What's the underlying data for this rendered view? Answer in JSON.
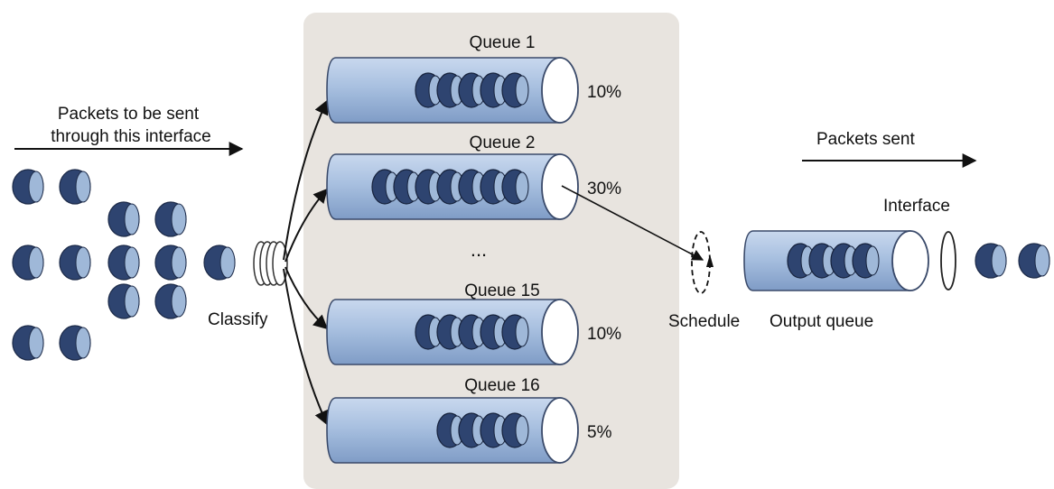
{
  "diagram": {
    "labels": {
      "incoming": [
        "Packets to be sent",
        "through this interface"
      ],
      "classify": "Classify",
      "ellipsis": "...",
      "packets_sent": "Packets sent",
      "interface": "Interface",
      "schedule": "Schedule",
      "output_queue": "Output queue"
    },
    "queues": [
      {
        "name": "Queue 1",
        "share": "10%",
        "packet_count": 5
      },
      {
        "name": "Queue 2",
        "share": "30%",
        "packet_count": 7
      },
      {
        "name": "Queue 15",
        "share": "10%",
        "packet_count": 5
      },
      {
        "name": "Queue 16",
        "share": "5%",
        "packet_count": 4
      }
    ],
    "output_queue_packet_count": 4,
    "colors": {
      "panel": "#e8e4df",
      "queue_fill": "#a8c0e0",
      "queue_stroke": "#3a4a6a",
      "packet_dark": "#2e4470",
      "packet_light": "#9fb8d8",
      "arrow": "#111111"
    }
  }
}
